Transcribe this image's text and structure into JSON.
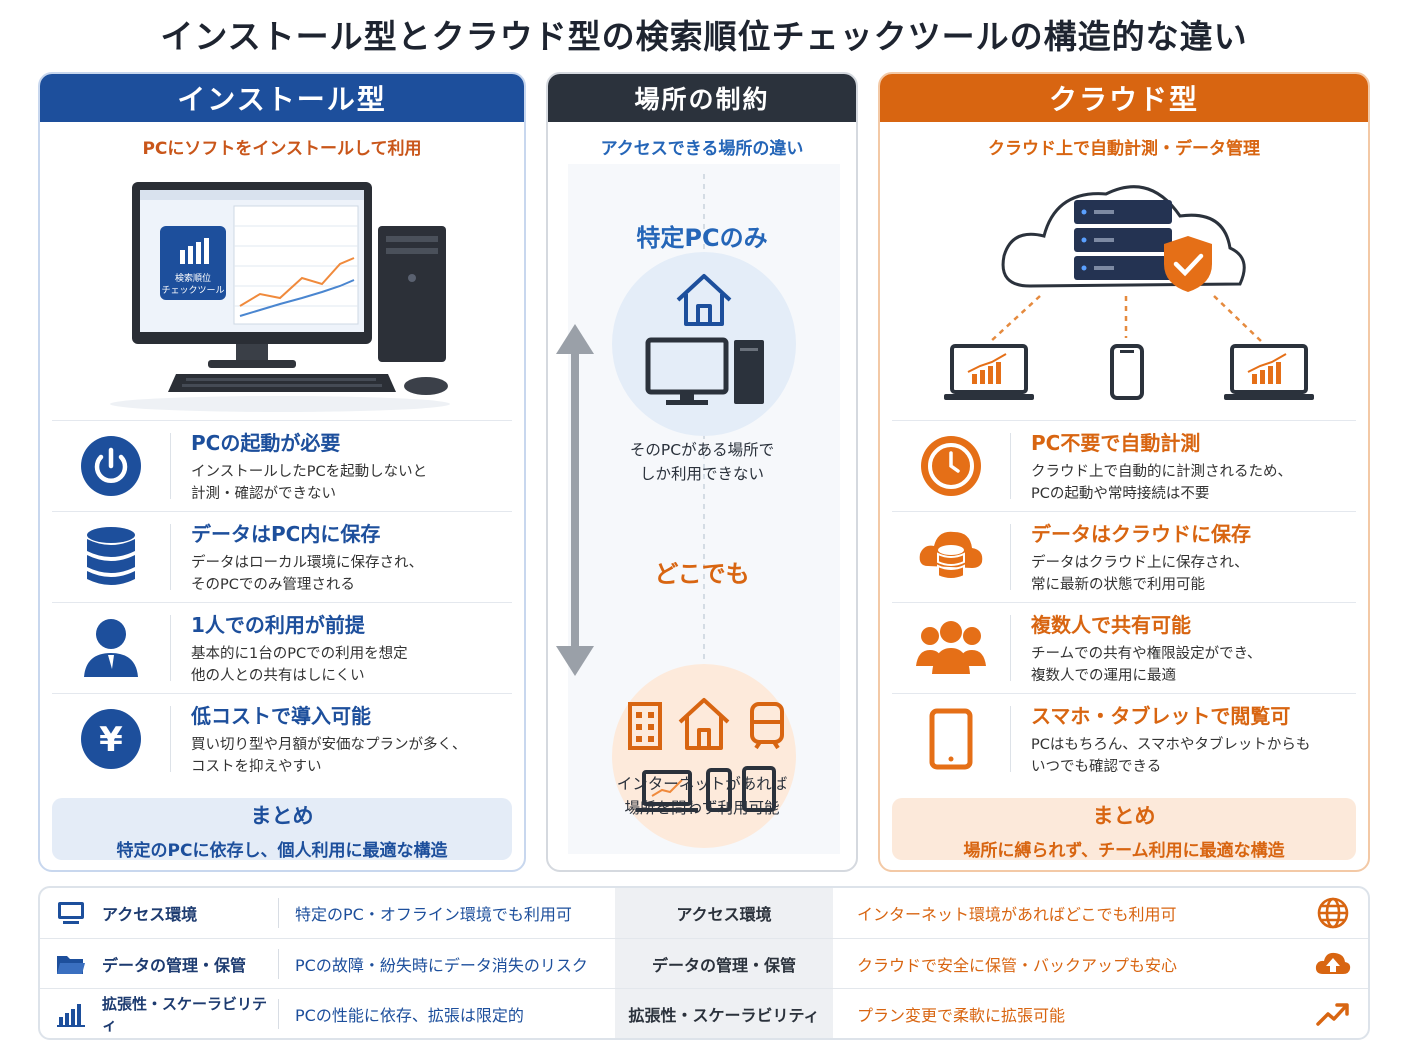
{
  "title": "インストール型とクラウド型の検索順位チェックツールの構造的な違い",
  "colors": {
    "blue": "#1d4f9c",
    "orange": "#d86511",
    "dark": "#2b323c"
  },
  "left": {
    "header": "インストール型",
    "subtitle": "PCにソフトをインストールして利用",
    "app_tile": [
      "検索順位",
      "チェックツール"
    ],
    "features": [
      {
        "icon": "power-icon",
        "title": "PCの起動が必要",
        "desc": [
          "インストールしたPCを起動しないと",
          "計測・確認ができない"
        ]
      },
      {
        "icon": "database-icon",
        "title": "データはPC内に保存",
        "desc": [
          "データはローカル環境に保存され、",
          "そのPCでのみ管理される"
        ]
      },
      {
        "icon": "person-icon",
        "title": "1人での利用が前提",
        "desc": [
          "基本的に1台のPCでの利用を想定",
          "他の人との共有はしにくい"
        ]
      },
      {
        "icon": "yen-icon",
        "title": "低コストで導入可能",
        "desc": [
          "買い切り型や月額が安価なプランが多く、",
          "コストを抑えやすい"
        ]
      }
    ],
    "summary_title": "まとめ",
    "summary_text": "特定のPCに依存し、個人利用に最適な構造"
  },
  "middle": {
    "header": "場所の制約",
    "subtitle": "アクセスできる場所の違い",
    "top_label": "特定PCのみ",
    "top_desc": [
      "そのPCがある場所で",
      "しか利用できない"
    ],
    "bottom_label": "どこでも",
    "bottom_desc": [
      "インターネットがあれば",
      "場所を問わず利用可能"
    ]
  },
  "right": {
    "header": "クラウド型",
    "subtitle": "クラウド上で自動計測・データ管理",
    "features": [
      {
        "icon": "clock-icon",
        "title": "PC不要で自動計測",
        "desc": [
          "クラウド上で自動的に計測されるため、",
          "PCの起動や常時接続は不要"
        ]
      },
      {
        "icon": "cloud-database-icon",
        "title": "データはクラウドに保存",
        "desc": [
          "データはクラウド上に保存され、",
          "常に最新の状態で利用可能"
        ]
      },
      {
        "icon": "group-icon",
        "title": "複数人で共有可能",
        "desc": [
          "チームでの共有や権限設定ができ、",
          "複数人での運用に最適"
        ]
      },
      {
        "icon": "tablet-icon",
        "title": "スマホ・タブレットで閲覧可",
        "desc": [
          "PCはもちろん、スマホやタブレットからも",
          "いつでも確認できる"
        ]
      }
    ],
    "summary_title": "まとめ",
    "summary_text": "場所に縛られず、チーム利用に最適な構造"
  },
  "comparison": [
    {
      "icon_left": "monitor-icon",
      "label": "アクセス環境",
      "left": "特定のPC・オフライン環境でも利用可",
      "center": "アクセス環境",
      "right": "インターネット環境があればどこでも利用可",
      "icon_right": "globe-icon"
    },
    {
      "icon_left": "folder-icon",
      "label": "データの管理・保管",
      "left": "PCの故障・紛失時にデータ消失のリスク",
      "center": "データの管理・保管",
      "right": "クラウドで安全に保管・バックアップも安心",
      "icon_right": "cloud-upload-icon"
    },
    {
      "icon_left": "bar-chart-icon",
      "label": "拡張性・スケーラビリティ",
      "left": "PCの性能に依存、拡張は限定的",
      "center": "拡張性・スケーラビリティ",
      "right": "プラン変更で柔軟に拡張可能",
      "icon_right": "trend-up-icon"
    }
  ]
}
